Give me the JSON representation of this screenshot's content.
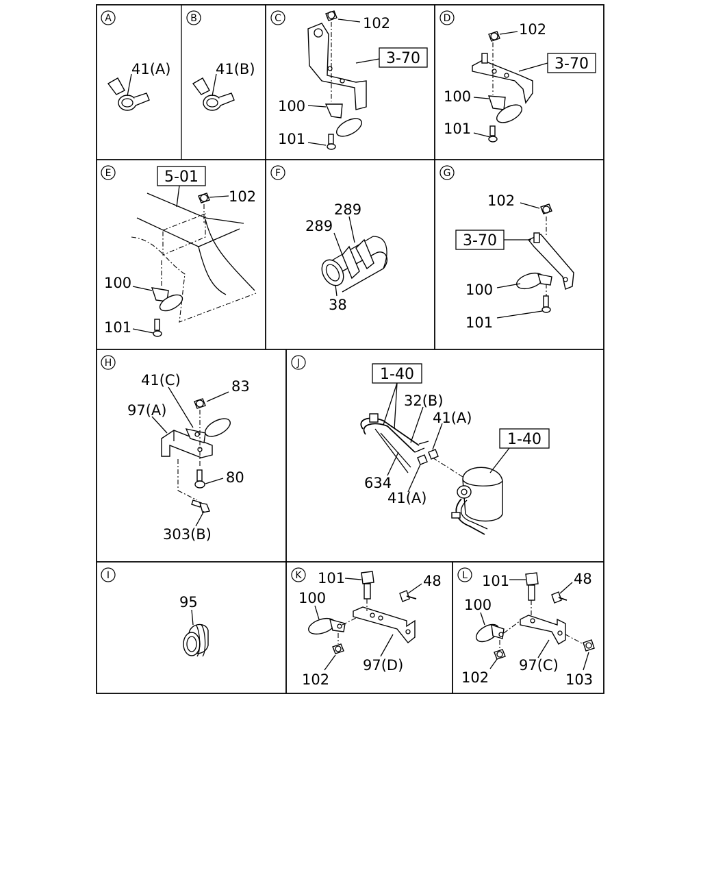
{
  "panels": {
    "A": {
      "letter": "A",
      "labels": [
        "41(A)"
      ]
    },
    "B": {
      "letter": "B",
      "labels": [
        "41(B)"
      ]
    },
    "C": {
      "letter": "C",
      "labels": [
        "102",
        "100",
        "101"
      ],
      "refs": [
        "3-70"
      ]
    },
    "D": {
      "letter": "D",
      "labels": [
        "102",
        "100",
        "101"
      ],
      "refs": [
        "3-70"
      ]
    },
    "E": {
      "letter": "E",
      "labels": [
        "102",
        "100",
        "101"
      ],
      "refs": [
        "5-01"
      ]
    },
    "F": {
      "letter": "F",
      "labels": [
        "289",
        "289",
        "38"
      ]
    },
    "G": {
      "letter": "G",
      "labels": [
        "102",
        "100",
        "101"
      ],
      "refs": [
        "3-70"
      ]
    },
    "H": {
      "letter": "H",
      "labels": [
        "41(C)",
        "83",
        "97(A)",
        "80",
        "303(B)"
      ]
    },
    "J": {
      "letter": "J",
      "labels": [
        "32(B)",
        "41(A)",
        "634",
        "41(A)"
      ],
      "refs": [
        "1-40",
        "1-40"
      ]
    },
    "I": {
      "letter": "I",
      "labels": [
        "95"
      ]
    },
    "K": {
      "letter": "K",
      "labels": [
        "101",
        "48",
        "100",
        "102",
        "97(D)"
      ]
    },
    "L": {
      "letter": "L",
      "labels": [
        "101",
        "48",
        "100",
        "102",
        "97(C)",
        "103"
      ]
    }
  }
}
